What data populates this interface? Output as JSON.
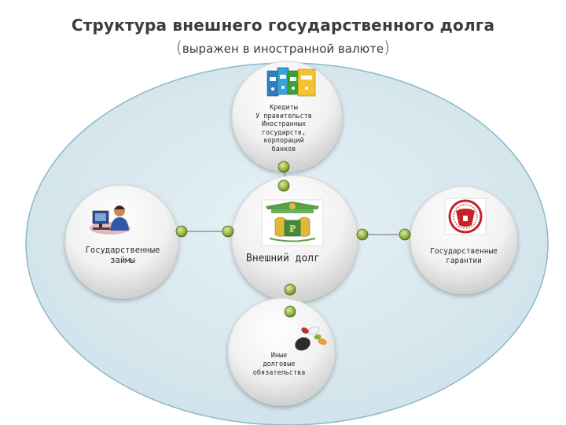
{
  "title": "Структура внешнего государственного долга",
  "subtitle": {
    "open": "(",
    "text": "выражен в иностранной валюте",
    "close": ")"
  },
  "nodes": {
    "top": {
      "lines": [
        "Кредиты",
        "У правительств",
        "Иностранных",
        "государств,",
        "корпораций",
        "банков"
      ],
      "icon": "binders-icon"
    },
    "left": {
      "lines": [
        "Государственные",
        "займы"
      ],
      "icon": "person-at-computer-icon"
    },
    "center": {
      "lines": [
        "Внешний долг"
      ],
      "icon": "ministry-of-finance-emblem-icon"
    },
    "right": {
      "lines": [
        "Государственные",
        "гарантии"
      ],
      "icon": "russian-coat-of-arms-icon"
    },
    "bottom": {
      "lines": [
        "Иные",
        "долговые",
        "обязательства"
      ],
      "icon": "pills-icon"
    }
  },
  "colors": {
    "background_oval": "#dbeaf0",
    "oval_border": "#8fb7c8",
    "connector_dot": "#8aa53c",
    "title_text": "#3c3c3c"
  }
}
